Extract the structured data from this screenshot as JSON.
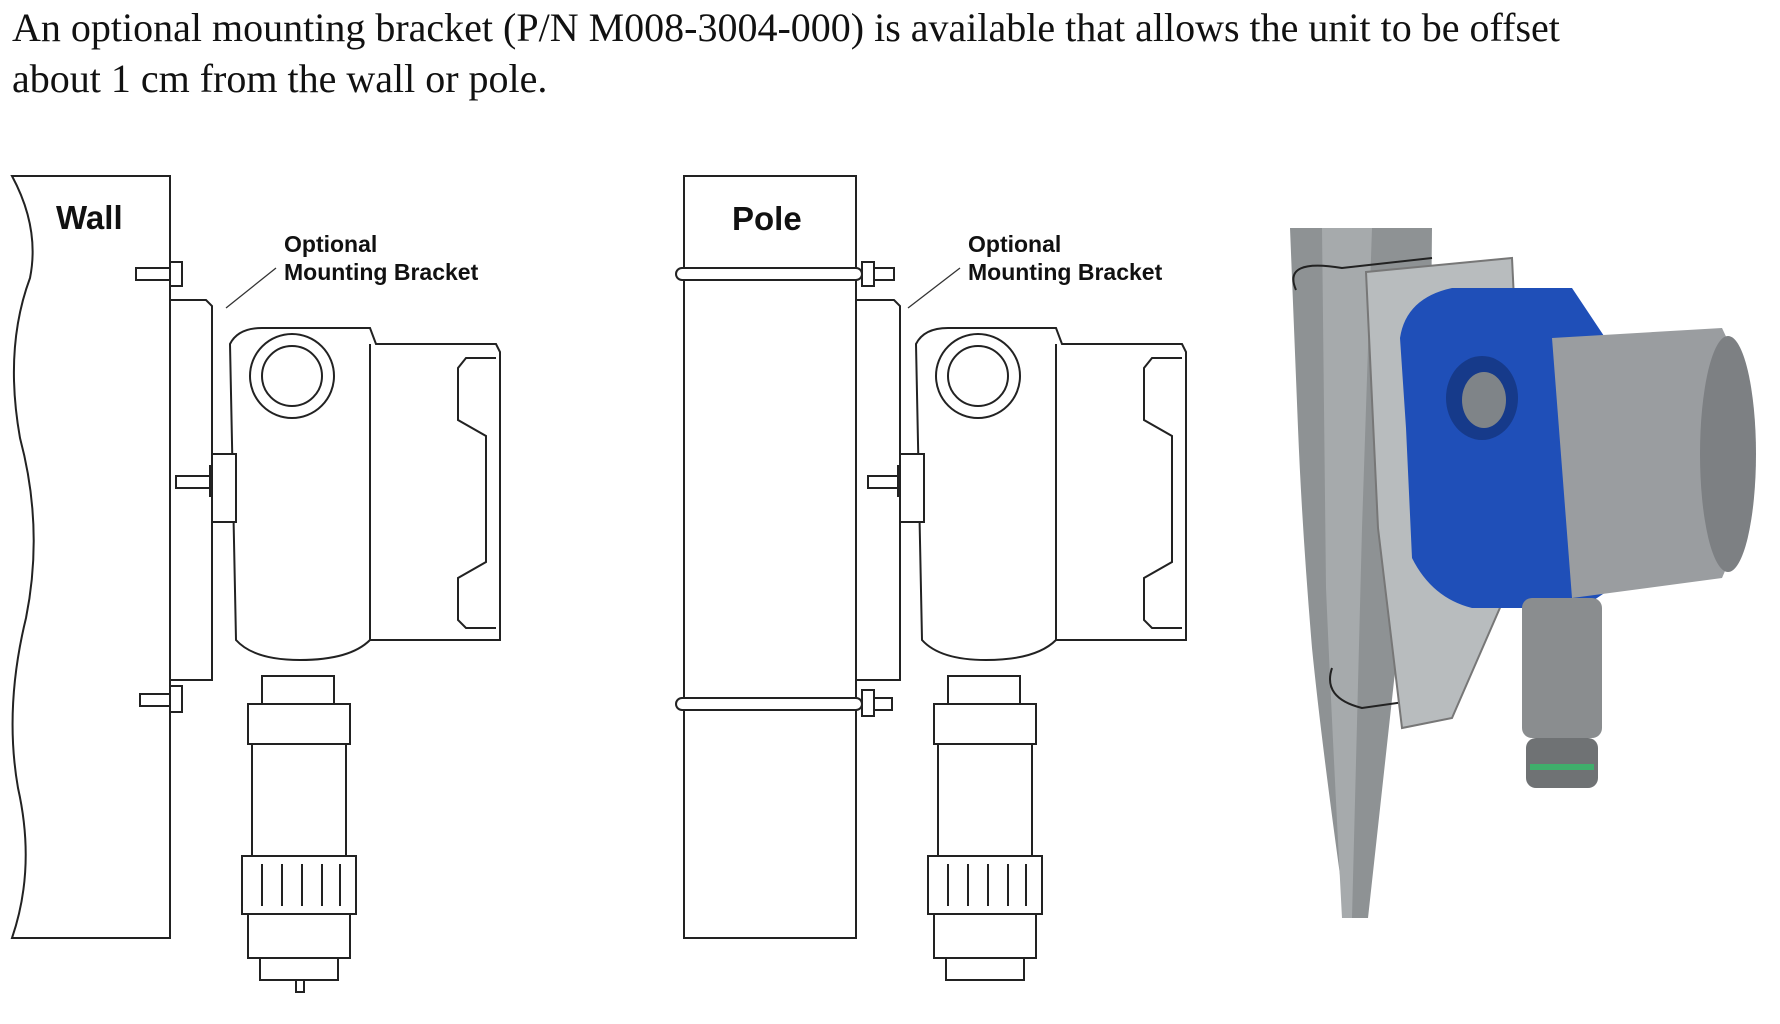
{
  "document": {
    "intro_line1": "An optional mounting bracket (P/N M008-3004-000) is available that allows the unit to be offset",
    "intro_line2": "about 1 cm from the wall or pole."
  },
  "figures": [
    {
      "label": "Wall",
      "callout_line1": "Optional",
      "callout_line2": "Mounting Bracket"
    },
    {
      "label": "Pole",
      "callout_line1": "Optional",
      "callout_line2": "Mounting Bracket"
    }
  ],
  "photo": {
    "pole_color": "#8e9294",
    "housing_color": "#1f4fb8",
    "cap_color": "#9a9da0"
  }
}
